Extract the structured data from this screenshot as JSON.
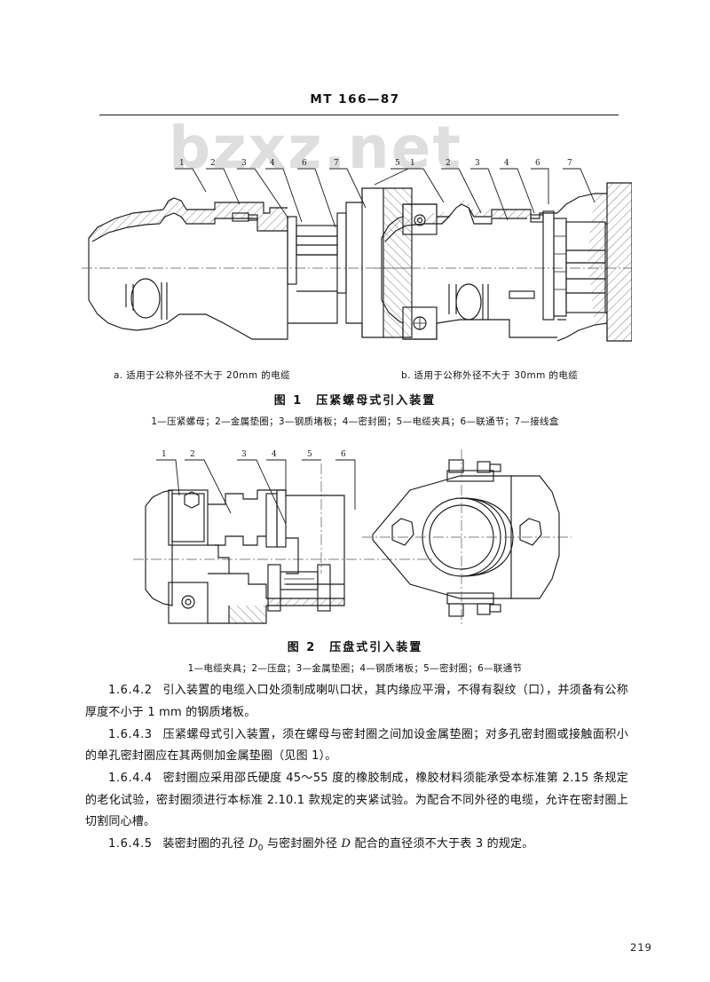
{
  "document": {
    "header_title": "MT 166—87",
    "page_number": "219",
    "watermark": "bzxz.net"
  },
  "figure1": {
    "sub_caption_a": "a. 适用于公称外径不大于 20mm 的电缆",
    "sub_caption_b": "b. 适用于公称外径不大于 30mm 的电缆",
    "title": "图 1　压紧螺母式引入装置",
    "legend": "1—压紧螺母；2—金属垫圈；3—钢质堵板；4—密封圈；5—电缆夹具；6—联通节；7—接线盒",
    "callouts_left": [
      "1",
      "2",
      "3",
      "4",
      "6",
      "7",
      "5"
    ],
    "callouts_right": [
      "1",
      "2",
      "3",
      "4",
      "6",
      "7"
    ]
  },
  "figure2": {
    "title": "图 2　压盘式引入装置",
    "legend": "1—电缆夹具；2—压盘；3—金属垫圈；4—钢质堵板；5—密封圈；6—联通节",
    "callouts": [
      "1",
      "2",
      "3",
      "4",
      "5",
      "6"
    ]
  },
  "clauses": [
    {
      "number": "1.6.4.2",
      "text": "引入装置的电缆入口处须制成喇叭口状，其内缘应平滑，不得有裂纹（口），并须备有公称厚度不小于 1 mm 的钢质堵板。"
    },
    {
      "number": "1.6.4.3",
      "text": "压紧螺母式引入装置，须在螺母与密封圈之间加设金属垫圈；对多孔密封圈或接触面积小的单孔密封圈应在其两侧加金属垫圈（见图 1）。"
    },
    {
      "number": "1.6.4.4",
      "text": "密封圈应采用邵氏硬度 45～55 度的橡胶制成，橡胶材料须能承受本标准第 2.15 条规定的老化试验，密封圈须进行本标准 2.10.1 款规定的夹紧试验。为配合不同外径的电缆，允许在密封圈上切割同心槽。"
    },
    {
      "number": "1.6.4.5",
      "text_parts": {
        "before": "装密封圈的孔径 ",
        "sym1": "D",
        "sub1": "0",
        "middle": " 与密封圈外径 ",
        "sym2": "D",
        "after": " 配合的直径须不大于表 3 的规定。"
      }
    }
  ],
  "colors": {
    "ink": "#1b1b1b",
    "watermark": "#dedede",
    "centerline": "#555555"
  }
}
